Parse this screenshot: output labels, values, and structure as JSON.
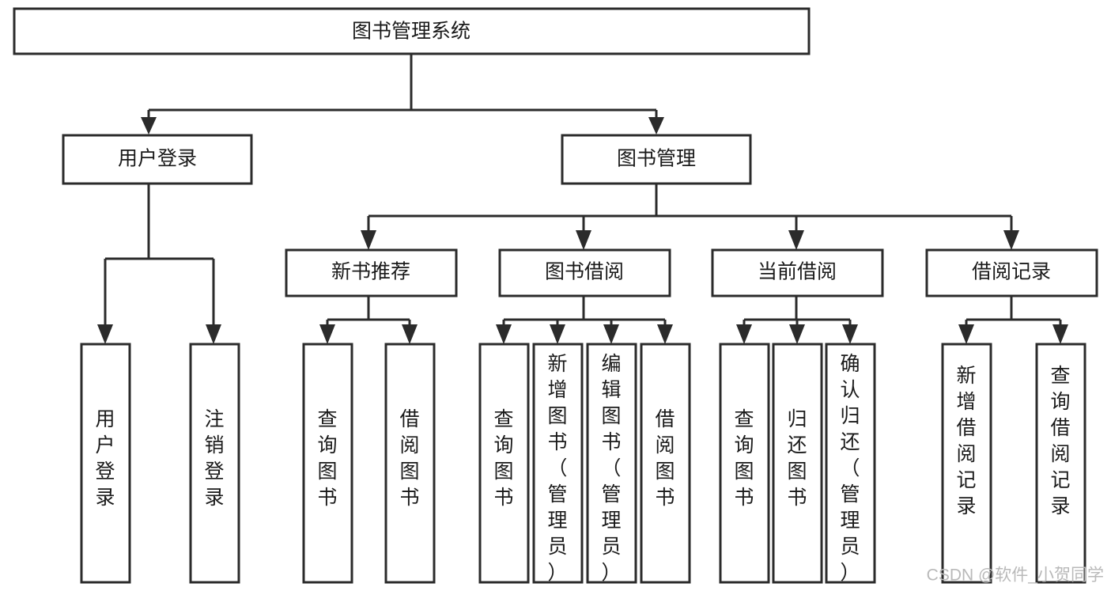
{
  "chart_data": {
    "type": "diagram",
    "title": "图书管理系统",
    "diagram_kind": "tree",
    "orientation": "top-down",
    "colors": {
      "box_stroke": "#2b2b2b",
      "box_fill": "#ffffff",
      "connector": "#2b2b2b",
      "text": "#1a1a1a",
      "background": "#ffffff",
      "watermark": "#b9b9b9"
    },
    "levels": 4,
    "node_count": 20
  },
  "root": {
    "label": "图书管理系统"
  },
  "level2": [
    {
      "label": "用户登录"
    },
    {
      "label": "图书管理"
    }
  ],
  "level3": [
    {
      "label": "新书推荐"
    },
    {
      "label": "图书借阅"
    },
    {
      "label": "当前借阅"
    },
    {
      "label": "借阅记录"
    }
  ],
  "leaves": {
    "user_login": [
      {
        "label": "用户登录"
      },
      {
        "label": "注销登录"
      }
    ],
    "new_book_recommend": [
      {
        "label": "查询图书"
      },
      {
        "label": "借阅图书"
      }
    ],
    "book_borrow": [
      {
        "label": "查询图书"
      },
      {
        "label": "新增图书（管理员）"
      },
      {
        "label": "编辑图书（管理员）"
      },
      {
        "label": "借阅图书"
      }
    ],
    "current_borrow": [
      {
        "label": "查询图书"
      },
      {
        "label": "归还图书"
      },
      {
        "label": "确认归还（管理员）"
      }
    ],
    "borrow_record": [
      {
        "label": "新增借阅记录"
      },
      {
        "label": "查询借阅记录"
      }
    ]
  },
  "watermark": {
    "text": "CSDN @软件_小贺同学"
  }
}
